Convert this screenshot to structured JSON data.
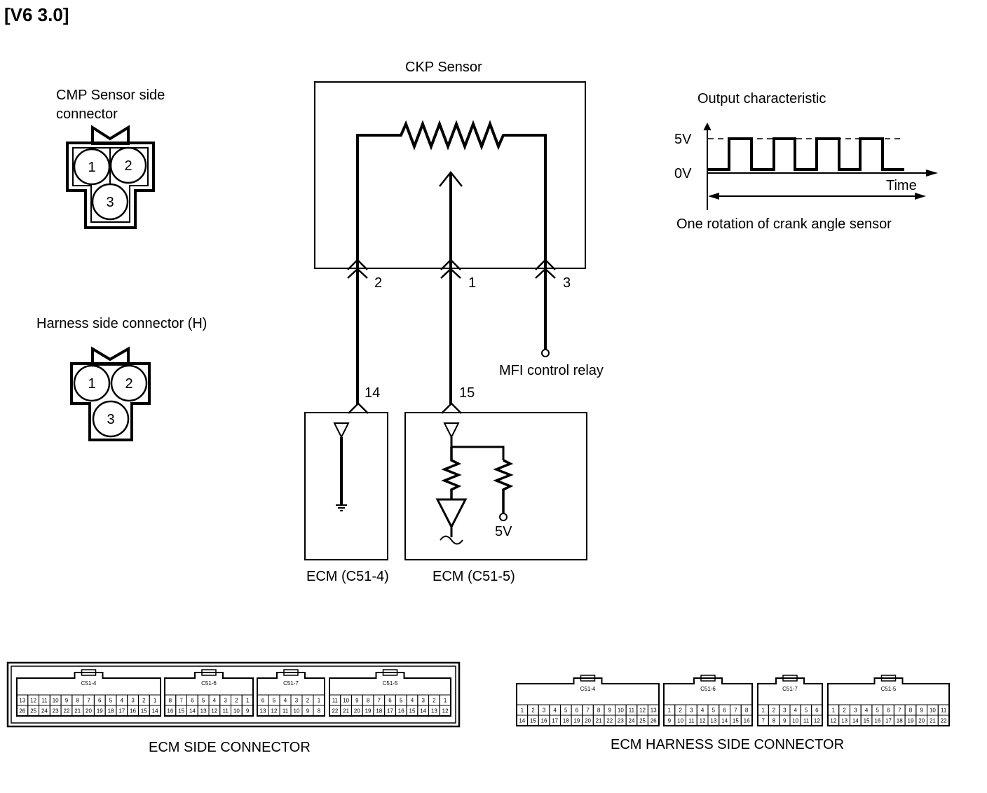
{
  "header": {
    "title": "[V6 3.0]"
  },
  "cmp_connector": {
    "label_line1": "CMP Sensor side",
    "label_line2": "connector",
    "pins": [
      "1",
      "2",
      "3"
    ]
  },
  "harness_connector": {
    "label": "Harness side connector (H)",
    "pins": [
      "1",
      "2",
      "3"
    ]
  },
  "ckp": {
    "title": "CKP Sensor",
    "pin_2": "2",
    "pin_1": "1",
    "pin_3": "3",
    "mfi_label": "MFI control relay",
    "wire_14": "14",
    "wire_15": "15",
    "ecm_left_label": "ECM (C51-4)",
    "ecm_right_label": "ECM (C51-5)",
    "five_v": "5V"
  },
  "output_chart": {
    "title": "Output characteristic",
    "y_high": "5V",
    "y_low": "0V",
    "x_label": "Time",
    "caption": "One rotation of crank angle sensor"
  },
  "ecm_side": {
    "caption": "ECM SIDE CONNECTOR",
    "blocks": [
      {
        "tag": "C51-4",
        "top": [
          "13",
          "12",
          "11",
          "10",
          "9",
          "8",
          "7",
          "6",
          "5",
          "4",
          "3",
          "2",
          "1"
        ],
        "bottom": [
          "26",
          "25",
          "24",
          "23",
          "22",
          "21",
          "20",
          "19",
          "18",
          "17",
          "16",
          "15",
          "14"
        ]
      },
      {
        "tag": "C51-6",
        "top": [
          "8",
          "7",
          "6",
          "5",
          "4",
          "3",
          "2",
          "1"
        ],
        "bottom": [
          "16",
          "15",
          "14",
          "13",
          "12",
          "11",
          "10",
          "9"
        ]
      },
      {
        "tag": "C51-7",
        "top": [
          "6",
          "5",
          "4",
          "3",
          "2",
          "1"
        ],
        "bottom": [
          "13",
          "12",
          "11",
          "10",
          "9",
          "8"
        ]
      },
      {
        "tag": "C51-5",
        "top": [
          "11",
          "10",
          "9",
          "8",
          "7",
          "6",
          "5",
          "4",
          "3",
          "2",
          "1"
        ],
        "bottom": [
          "22",
          "21",
          "20",
          "19",
          "18",
          "17",
          "16",
          "15",
          "14",
          "13",
          "12"
        ]
      }
    ]
  },
  "ecm_harness": {
    "caption": "ECM HARNESS SIDE CONNECTOR",
    "blocks": [
      {
        "tag": "C51-4",
        "top": [
          "1",
          "2",
          "3",
          "4",
          "5",
          "6",
          "7",
          "8",
          "9",
          "10",
          "11",
          "12",
          "13"
        ],
        "bottom": [
          "14",
          "15",
          "16",
          "17",
          "18",
          "19",
          "20",
          "21",
          "22",
          "23",
          "24",
          "25",
          "26"
        ]
      },
      {
        "tag": "C51-6",
        "top": [
          "1",
          "2",
          "3",
          "4",
          "5",
          "6",
          "7",
          "8"
        ],
        "bottom": [
          "9",
          "10",
          "11",
          "12",
          "13",
          "14",
          "15",
          "16"
        ]
      },
      {
        "tag": "C51-7",
        "top": [
          "1",
          "2",
          "3",
          "4",
          "5",
          "6"
        ],
        "bottom": [
          "7",
          "8",
          "9",
          "10",
          "11",
          "12"
        ]
      },
      {
        "tag": "C51-5",
        "top": [
          "1",
          "2",
          "3",
          "4",
          "5",
          "6",
          "7",
          "8",
          "9",
          "10",
          "11"
        ],
        "bottom": [
          "12",
          "13",
          "14",
          "15",
          "16",
          "17",
          "18",
          "19",
          "20",
          "21",
          "22"
        ]
      }
    ]
  }
}
